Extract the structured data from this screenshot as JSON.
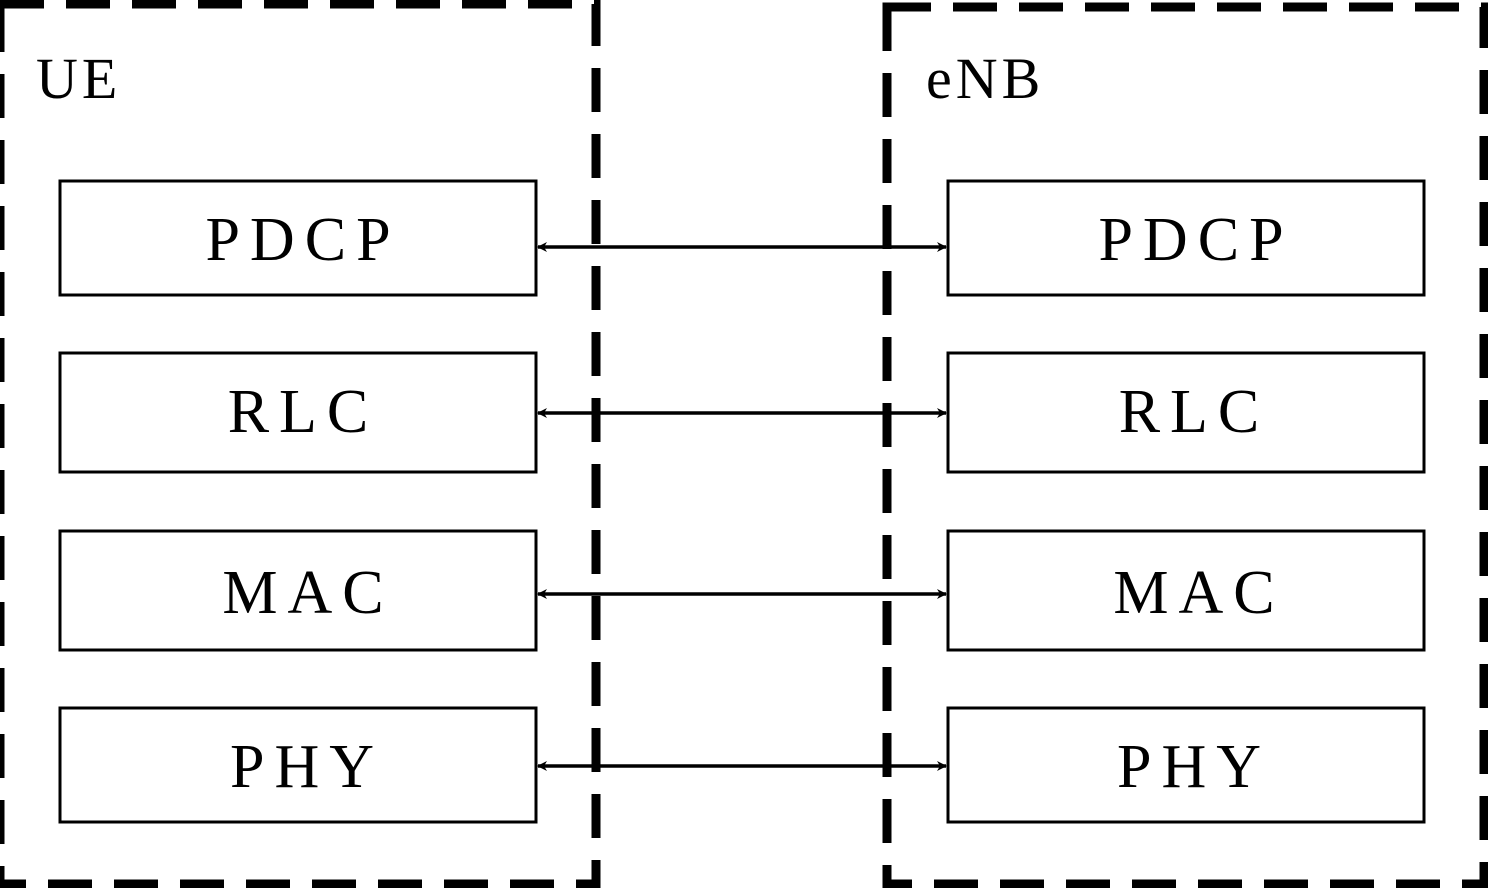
{
  "diagram": {
    "entities": {
      "left": {
        "title": "UE"
      },
      "right": {
        "title": "eNB"
      }
    },
    "layers": [
      {
        "left_label": "PDCP",
        "right_label": "PDCP",
        "connection": "bidirectional"
      },
      {
        "left_label": "RLC",
        "right_label": "RLC",
        "connection": "bidirectional"
      },
      {
        "left_label": "MAC",
        "right_label": "MAC",
        "connection": "bidirectional"
      },
      {
        "left_label": "PHY",
        "right_label": "PHY",
        "connection": "bidirectional"
      }
    ],
    "colors": {
      "stroke": "#000000",
      "background": "#ffffff"
    },
    "border_style": "dashed"
  }
}
